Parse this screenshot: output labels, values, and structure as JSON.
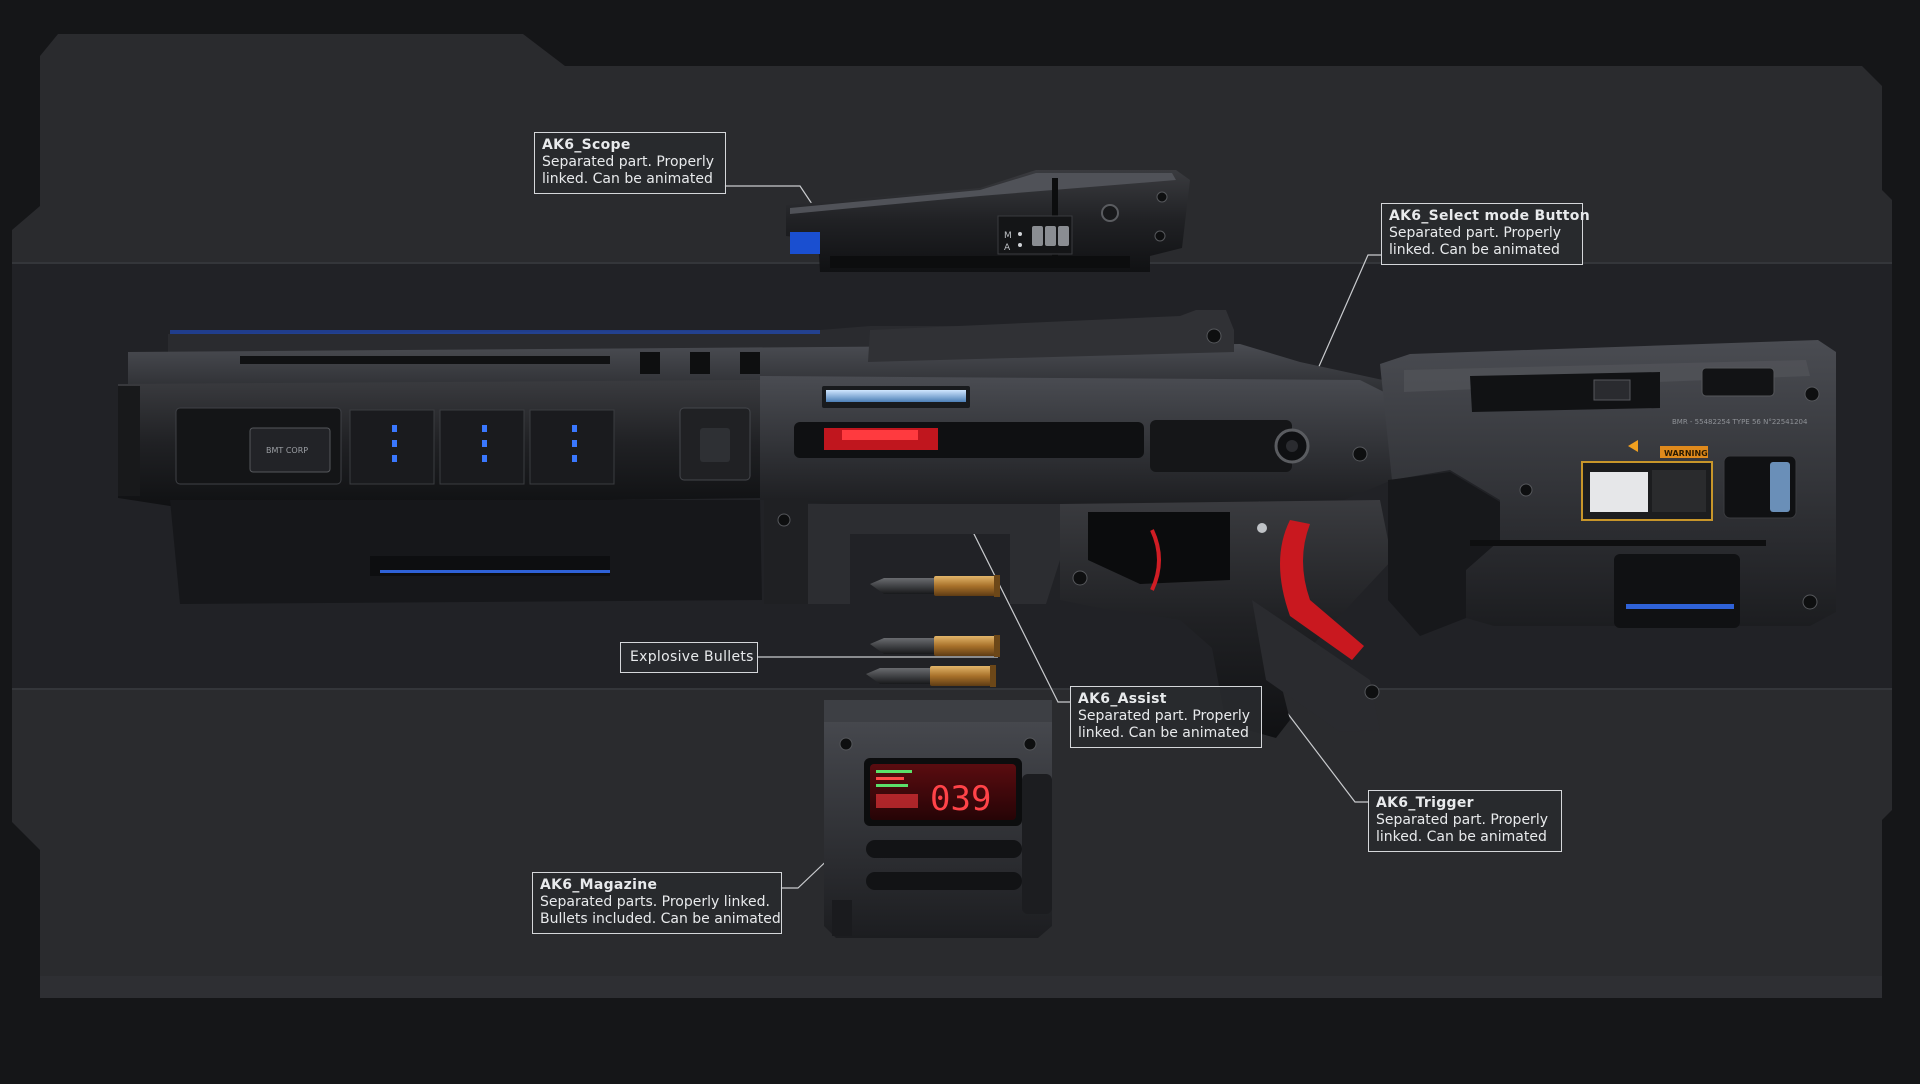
{
  "colors": {
    "background": "#151618",
    "panel": "#2a2b2e",
    "panel_band": "#202124",
    "accent_blue": "#3a78ff",
    "accent_red": "#e0212a",
    "brass": "#b8822f"
  },
  "callouts": {
    "scope": {
      "title": "AK6_Scope",
      "line1": "Separated part. Properly",
      "line2": "linked. Can be animated"
    },
    "select_mode": {
      "title": "AK6_Select mode Button",
      "line1": "Separated part. Properly",
      "line2": "linked. Can be animated"
    },
    "bullets": {
      "title": "Explosive Bullets"
    },
    "assist": {
      "title": "AK6_Assist",
      "line1": "Separated part. Properly",
      "line2": "linked. Can be animated"
    },
    "trigger": {
      "title": "AK6_Trigger",
      "line1": "Separated part. Properly",
      "line2": "linked. Can be animated"
    },
    "magazine": {
      "title": "AK6_Magazine",
      "line1": "Separated parts. Properly linked.",
      "line2": "Bullets included. Can be animated"
    }
  },
  "rifle_markings": {
    "brand": "BMT CORP",
    "warning": "WARNING",
    "serial": "BMR - 55482254 TYPE 56 N°22541204",
    "scope_mark_1": "M",
    "scope_mark_2": "A"
  },
  "magazine_display": {
    "ammo_count": "039"
  },
  "icons": {
    "warning": "warning-triangle-icon"
  }
}
